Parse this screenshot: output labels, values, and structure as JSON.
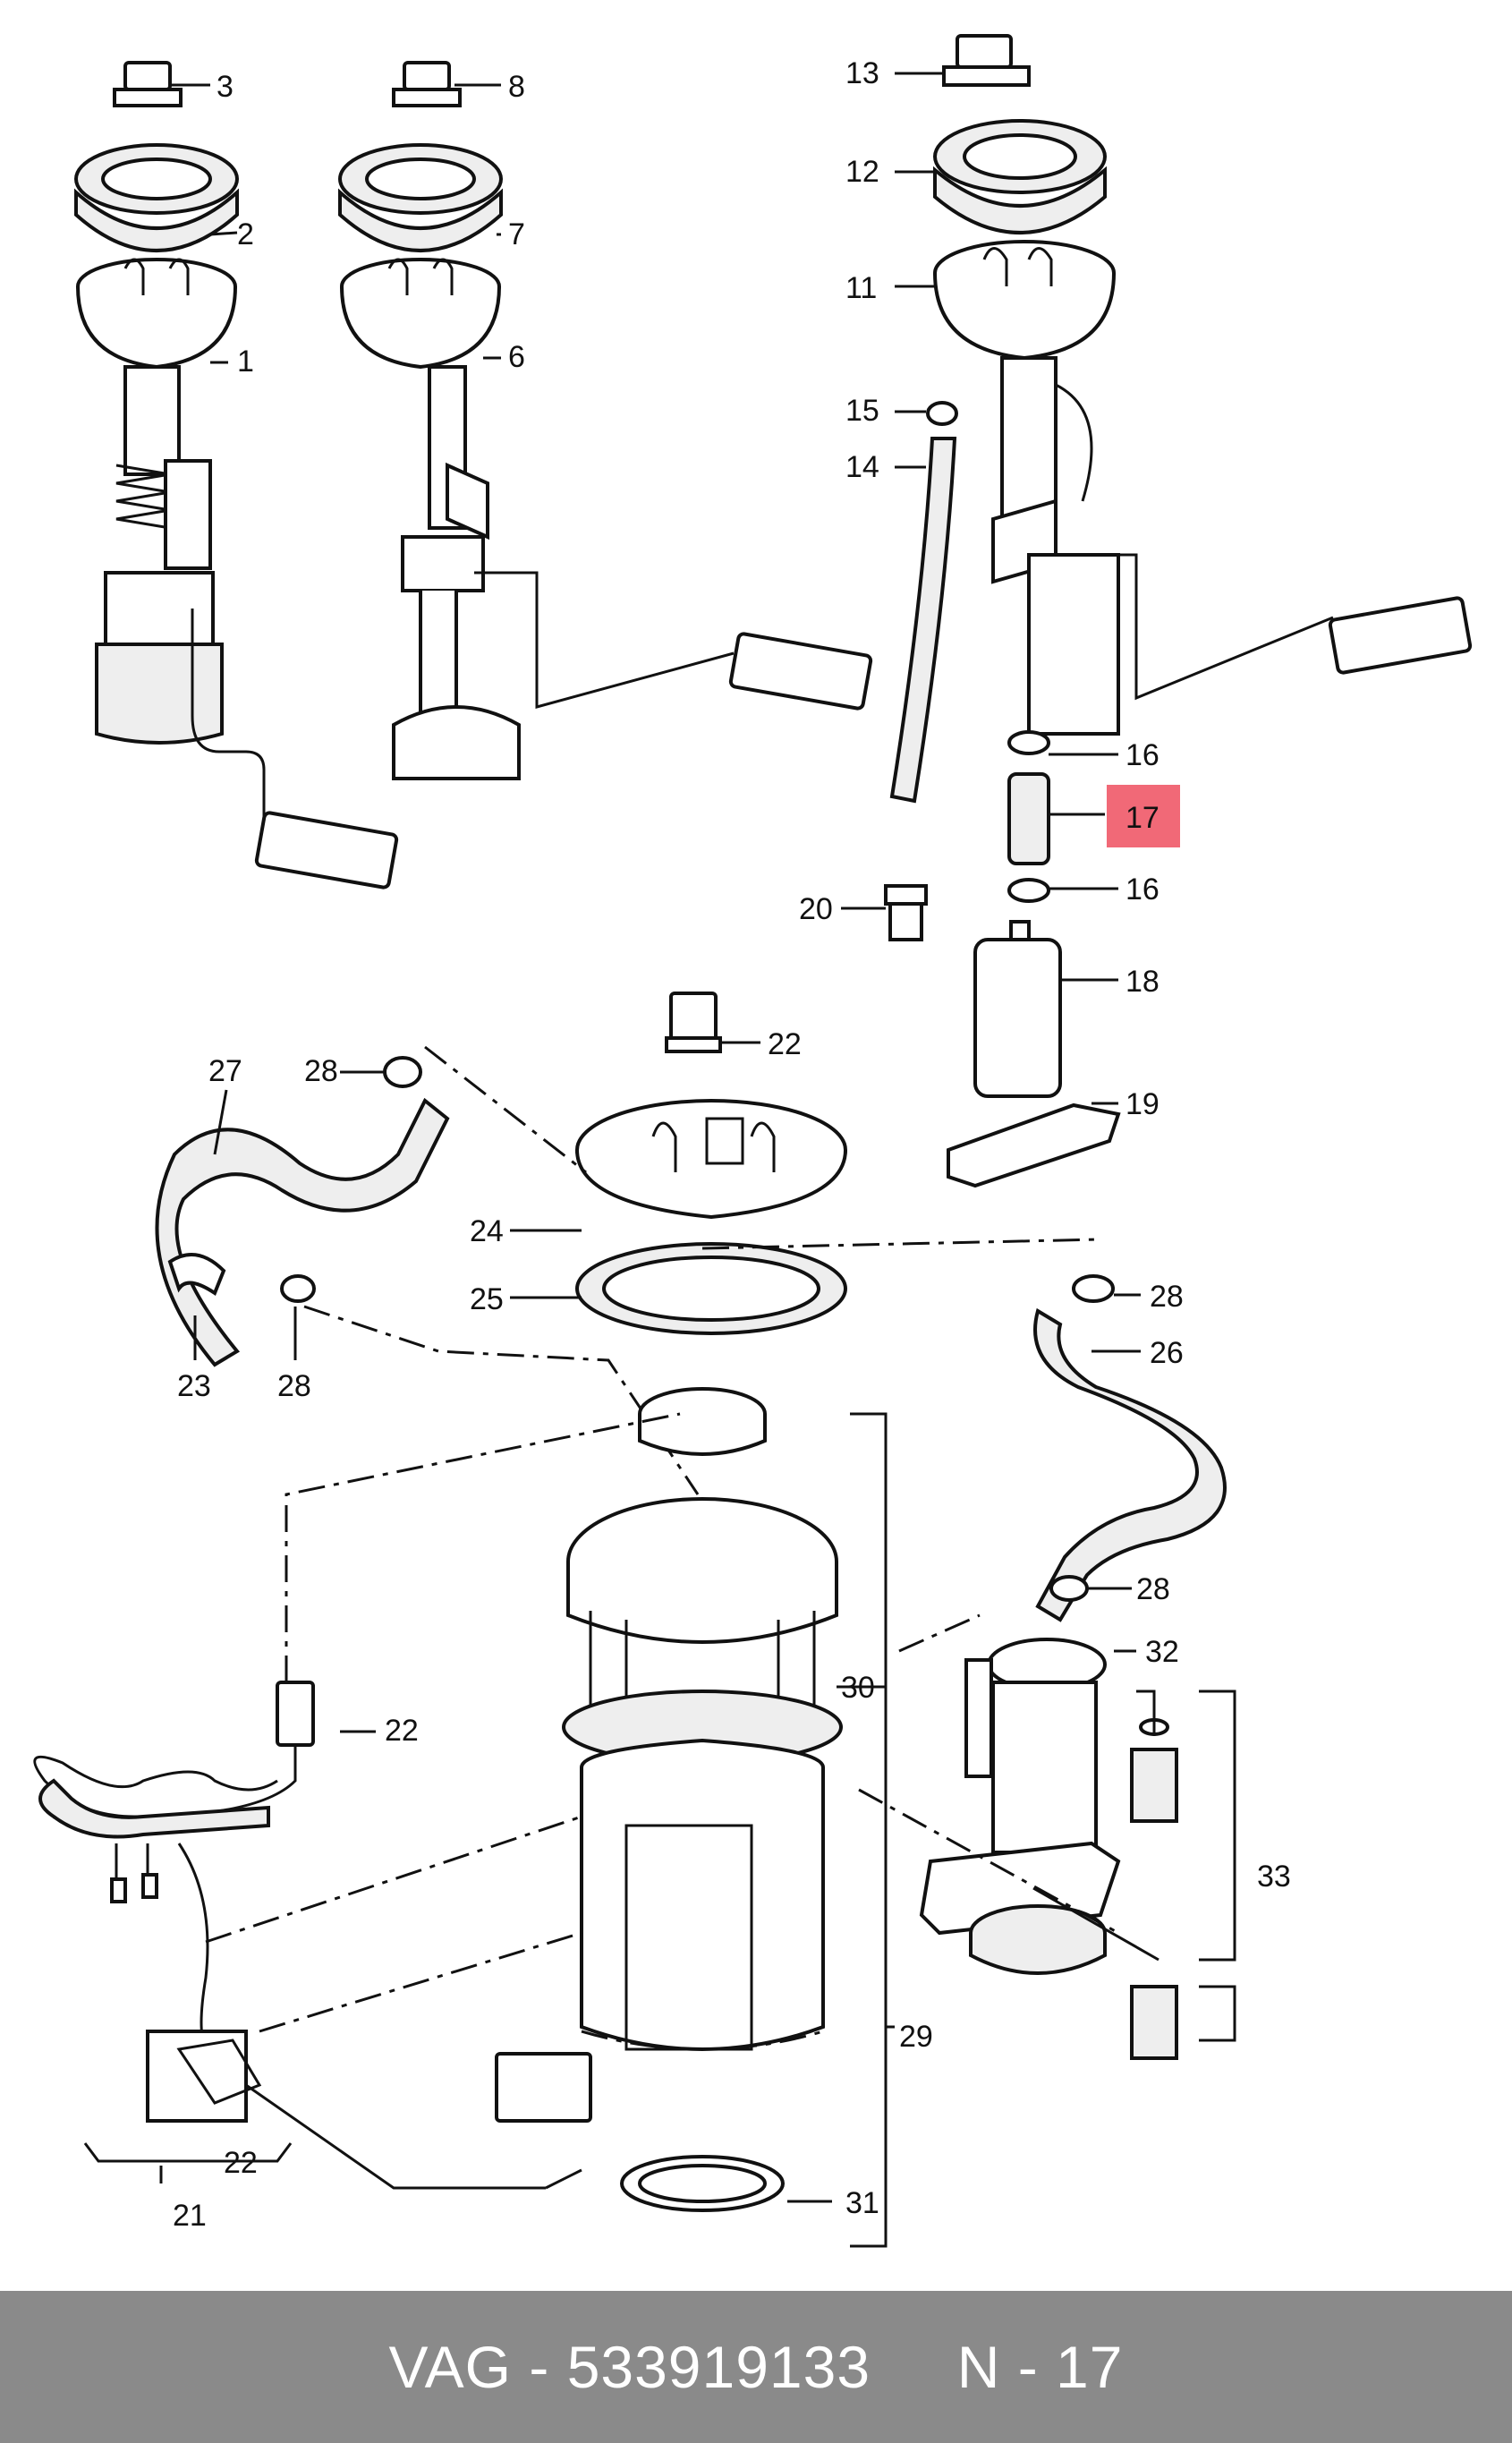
{
  "footer": {
    "brand": "VAG",
    "separator1": "-",
    "part_number": "533919133",
    "ref": "N - 17"
  },
  "callouts": [
    {
      "id": "c3",
      "label": "3"
    },
    {
      "id": "c2",
      "label": "2"
    },
    {
      "id": "c1",
      "label": "1"
    },
    {
      "id": "c8",
      "label": "8"
    },
    {
      "id": "c7",
      "label": "7"
    },
    {
      "id": "c6",
      "label": "6"
    },
    {
      "id": "c13",
      "label": "13"
    },
    {
      "id": "c12",
      "label": "12"
    },
    {
      "id": "c11",
      "label": "11"
    },
    {
      "id": "c15",
      "label": "15"
    },
    {
      "id": "c14",
      "label": "14"
    },
    {
      "id": "c16a",
      "label": "16"
    },
    {
      "id": "c17",
      "label": "17",
      "highlight": true
    },
    {
      "id": "c16b",
      "label": "16"
    },
    {
      "id": "c20",
      "label": "20"
    },
    {
      "id": "c18",
      "label": "18"
    },
    {
      "id": "c19",
      "label": "19"
    },
    {
      "id": "c22a",
      "label": "22"
    },
    {
      "id": "c27",
      "label": "27"
    },
    {
      "id": "c28a",
      "label": "28"
    },
    {
      "id": "c24",
      "label": "24"
    },
    {
      "id": "c25",
      "label": "25"
    },
    {
      "id": "c23",
      "label": "23"
    },
    {
      "id": "c28b",
      "label": "28"
    },
    {
      "id": "c28c",
      "label": "28"
    },
    {
      "id": "c26",
      "label": "26"
    },
    {
      "id": "c28d",
      "label": "28"
    },
    {
      "id": "c32",
      "label": "32"
    },
    {
      "id": "c30",
      "label": "30"
    },
    {
      "id": "c22b",
      "label": "22"
    },
    {
      "id": "c33",
      "label": "33"
    },
    {
      "id": "c29",
      "label": "29"
    },
    {
      "id": "c22c",
      "label": "22"
    },
    {
      "id": "c21",
      "label": "21"
    },
    {
      "id": "c31",
      "label": "31"
    }
  ],
  "highlight_color": "#ef4f5f",
  "footer_bg": "#8a8a8a"
}
